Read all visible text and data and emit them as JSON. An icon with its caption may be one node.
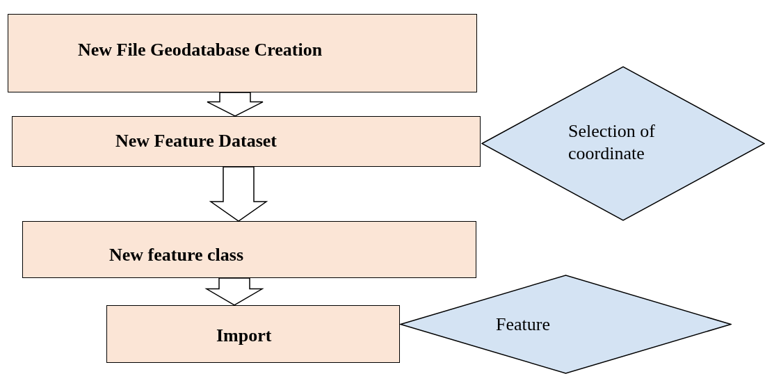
{
  "diagram": {
    "nodes": [
      {
        "text": [
          "New File Geodatabase Creation"
        ]
      },
      {
        "text": [
          "New Feature Dataset"
        ]
      },
      {
        "text": [
          "Selection of coordinate"
        ]
      },
      {
        "text": [
          "New feature class"
        ]
      },
      {
        "text": [
          "Import"
        ]
      },
      {
        "text": [
          "Feature"
        ]
      }
    ],
    "edges": [
      {
        "from": 0,
        "to": 1,
        "arrow": "to"
      },
      {
        "from": 1,
        "to": 3,
        "arrow": "to"
      },
      {
        "from": 3,
        "to": 4,
        "arrow": "to"
      }
    ]
  }
}
